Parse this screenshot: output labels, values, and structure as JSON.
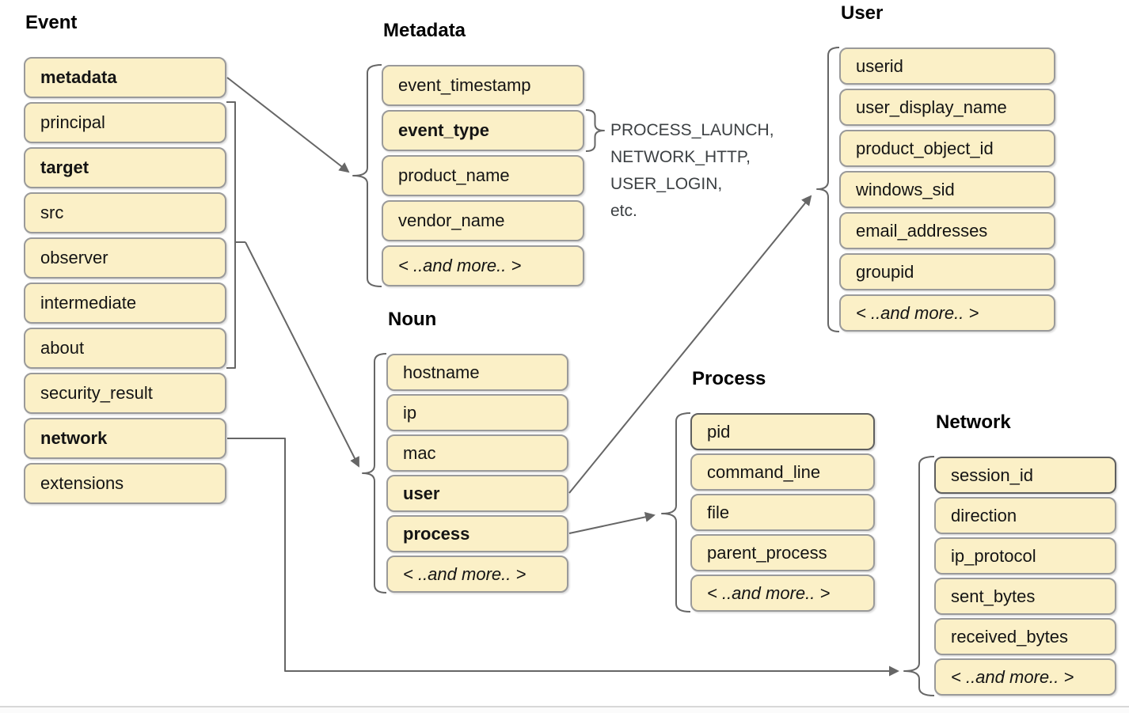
{
  "diagram": {
    "colors": {
      "box_fill": "#FBF0C7",
      "box_border": "#9a9a9a",
      "box_border_strong": "#5f5f5f",
      "connector": "#666666"
    },
    "groups": {
      "event": {
        "title": "Event",
        "items": [
          {
            "label": "metadata",
            "bold": true
          },
          {
            "label": "principal"
          },
          {
            "label": "target",
            "bold": true
          },
          {
            "label": "src"
          },
          {
            "label": "observer"
          },
          {
            "label": "intermediate"
          },
          {
            "label": "about"
          },
          {
            "label": "security_result"
          },
          {
            "label": "network",
            "bold": true
          },
          {
            "label": "extensions"
          }
        ]
      },
      "metadata": {
        "title": "Metadata",
        "items": [
          {
            "label": "event_timestamp"
          },
          {
            "label": "event_type",
            "bold": true
          },
          {
            "label": "product_name"
          },
          {
            "label": "vendor_name"
          },
          {
            "label": "< ..and more.. >",
            "italic": true
          }
        ]
      },
      "noun": {
        "title": "Noun",
        "items": [
          {
            "label": "hostname"
          },
          {
            "label": "ip"
          },
          {
            "label": "mac"
          },
          {
            "label": "user",
            "bold": true
          },
          {
            "label": "process",
            "bold": true
          },
          {
            "label": "< ..and more.. >",
            "italic": true
          }
        ]
      },
      "user": {
        "title": "User",
        "items": [
          {
            "label": "userid"
          },
          {
            "label": "user_display_name"
          },
          {
            "label": "product_object_id"
          },
          {
            "label": "windows_sid"
          },
          {
            "label": "email_addresses"
          },
          {
            "label": "groupid"
          },
          {
            "label": "< ..and more.. >",
            "italic": true
          }
        ]
      },
      "process": {
        "title": "Process",
        "items": [
          {
            "label": "pid",
            "strong_border": true
          },
          {
            "label": "command_line"
          },
          {
            "label": "file"
          },
          {
            "label": "parent_process"
          },
          {
            "label": "< ..and more.. >",
            "italic": true
          }
        ]
      },
      "network": {
        "title": "Network",
        "items": [
          {
            "label": "session_id",
            "strong_border": true
          },
          {
            "label": "direction"
          },
          {
            "label": "ip_protocol"
          },
          {
            "label": "sent_bytes"
          },
          {
            "label": "received_bytes"
          },
          {
            "label": "< ..and more.. >",
            "italic": true
          }
        ]
      }
    },
    "event_type_values": [
      "PROCESS_LAUNCH,",
      "NETWORK_HTTP,",
      "USER_LOGIN,",
      "etc."
    ]
  }
}
